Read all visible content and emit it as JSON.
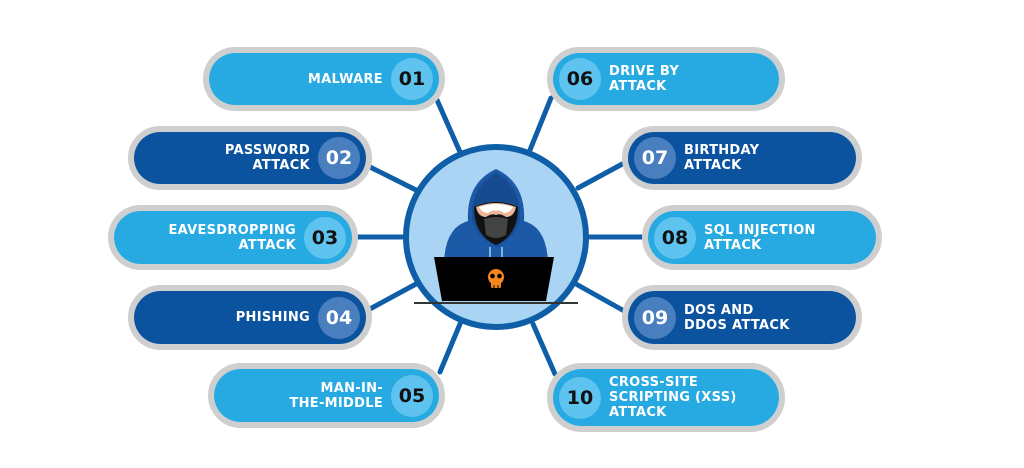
{
  "diagram": {
    "center": {
      "icon": "hooded-hacker-laptop-icon",
      "laptop_logo": "skull-icon"
    },
    "colors": {
      "pill_light": "#27a9e1",
      "pill_dark": "#0b539f",
      "num_light": "#5ec3ee",
      "num_dark": "#4a7fbf",
      "border": "#cfcfcf",
      "hub_fill": "#a9d4f3",
      "hub_stroke": "#0f5ea8",
      "skull": "#f5851f"
    },
    "items": [
      {
        "num": "01",
        "label": "MALWARE",
        "side": "left",
        "style": "light"
      },
      {
        "num": "02",
        "label": "PASSWORD ATTACK",
        "side": "left",
        "style": "dark"
      },
      {
        "num": "03",
        "label": "EAVESDROPPING ATTACK",
        "side": "left",
        "style": "light"
      },
      {
        "num": "04",
        "label": "PHISHING",
        "side": "left",
        "style": "dark"
      },
      {
        "num": "05",
        "label": "MAN-IN-THE-MIDDLE",
        "side": "left",
        "style": "light"
      },
      {
        "num": "06",
        "label": "DRIVE BY ATTACK",
        "side": "right",
        "style": "light"
      },
      {
        "num": "07",
        "label": "BIRTHDAY ATTACK",
        "side": "right",
        "style": "dark"
      },
      {
        "num": "08",
        "label": "SQL INJECTION ATTACK",
        "side": "right",
        "style": "light"
      },
      {
        "num": "09",
        "label": "DOS AND DDOS ATTACK",
        "side": "right",
        "style": "dark"
      },
      {
        "num": "10",
        "label": "CROSS-SITE SCRIPTING (XSS) ATTACK",
        "side": "right",
        "style": "light"
      }
    ],
    "lines": {
      "i0": [
        "MALWARE"
      ],
      "i1": [
        "PASSWORD",
        "ATTACK"
      ],
      "i2": [
        "EAVESDROPPING",
        "ATTACK"
      ],
      "i3": [
        "PHISHING"
      ],
      "i4": [
        "MAN-IN-",
        "THE-MIDDLE"
      ],
      "i5": [
        "DRIVE BY",
        "ATTACK"
      ],
      "i6": [
        "BIRTHDAY",
        "ATTACK"
      ],
      "i7": [
        "SQL INJECTION",
        "ATTACK"
      ],
      "i8": [
        "DOS AND",
        "DDOS ATTACK"
      ],
      "i9": [
        "CROSS-SITE",
        "SCRIPTING (XSS)",
        "ATTACK"
      ]
    }
  }
}
